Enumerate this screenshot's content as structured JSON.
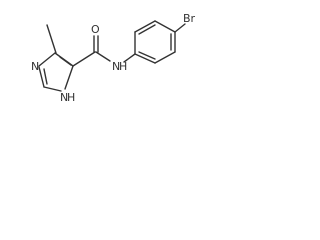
{
  "structure": {
    "atoms": {
      "carbonyl_oxygen": "O",
      "amide_nitrogen": "N",
      "amide_hydrogen": "H",
      "bromine": "Br",
      "ring_nitrogen": "N",
      "ring_nh_nitrogen": "N",
      "ring_nh_hydrogen": "H"
    }
  }
}
